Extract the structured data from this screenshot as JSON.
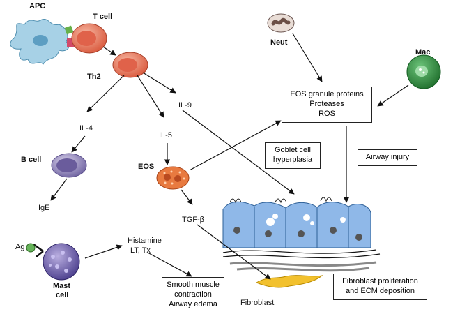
{
  "labels": {
    "apc": "APC",
    "t_cell": "T cell",
    "th2": "Th2",
    "neut": "Neut",
    "mac": "Mac",
    "il4": "IL-4",
    "il5": "IL-5",
    "il9": "IL-9",
    "b_cell": "B cell",
    "eos": "EOS",
    "ige": "IgE",
    "tgfb": "TGF-β",
    "ag": "Ag",
    "mast_cell_line1": "Mast",
    "mast_cell_line2": "cell",
    "histamine_line1": "Histamine",
    "histamine_line2": "LT, Tx",
    "fibroblast": "Fibroblast"
  },
  "boxes": {
    "eos_products": [
      "EOS granule proteins",
      "Proteases",
      "ROS"
    ],
    "goblet": [
      "Goblet cell",
      "hyperplasia"
    ],
    "airway_injury": [
      "Airway injury"
    ],
    "smooth_muscle": [
      "Smooth muscle",
      "contraction",
      "Airway edema"
    ],
    "fibroblast_prolif": [
      "Fibroblast proliferation",
      "and ECM deposition"
    ]
  },
  "colors": {
    "t_cell": "#e8735a",
    "b_cell": "#8a7fb5",
    "eos": "#e06a2c",
    "mast_cell": "#6b5aa8",
    "mac": "#2e8b3a",
    "neut": "#c4a898",
    "apc": "#9ec9e0",
    "epithelium": "#8fb8e8",
    "fibroblast": "#f2c12e"
  }
}
